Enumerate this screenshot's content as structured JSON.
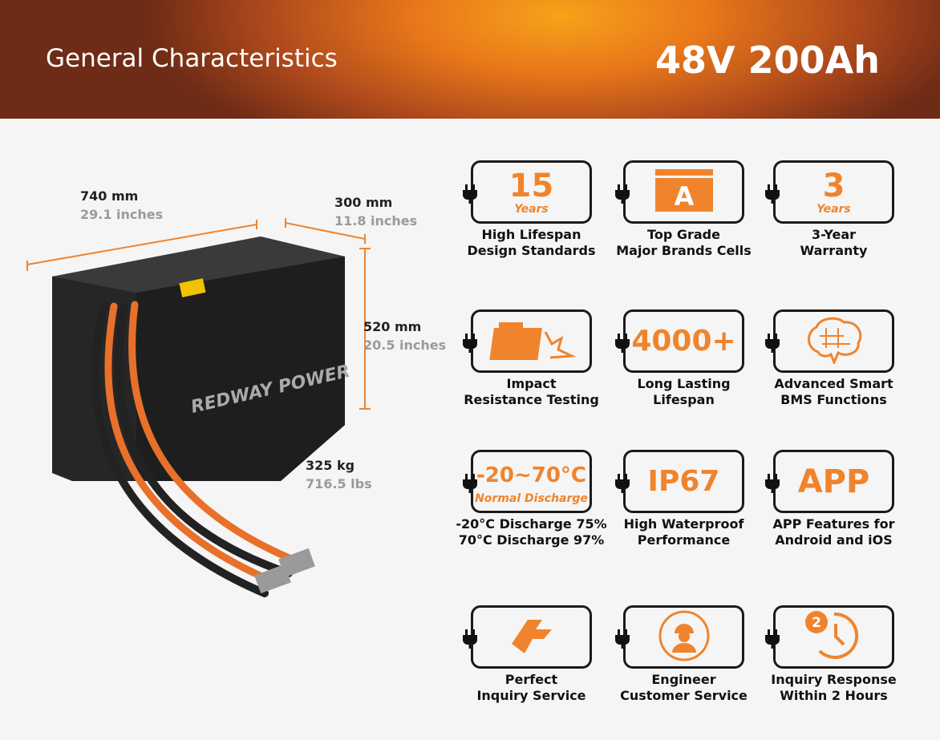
{
  "header": {
    "title": "General Characteristics",
    "spec": "48V 200Ah"
  },
  "dimensions": {
    "length": {
      "metric": "740 mm",
      "imperial": "29.1 inches"
    },
    "width": {
      "metric": "300 mm",
      "imperial": "11.8 inches"
    },
    "height": {
      "metric": "520 mm",
      "imperial": "20.5 inches"
    },
    "weight": {
      "metric": "325 kg",
      "imperial": "716.5 lbs"
    }
  },
  "product": {
    "brand": "REDWAY POWER"
  },
  "accent_color": "#f0842c",
  "features": [
    {
      "big": "15",
      "small": "Years",
      "icon": "plug-icon",
      "line1": "High Lifespan",
      "line2": "Design Standards"
    },
    {
      "big": "A",
      "small": "",
      "icon": "grade-a-battery-icon",
      "line1": "Top Grade",
      "line2": "Major Brands Cells"
    },
    {
      "big": "3",
      "small": "Years",
      "icon": "plug-icon",
      "line1": "3-Year",
      "line2": "Warranty"
    },
    {
      "big": "",
      "small": "",
      "icon": "impact-icon",
      "line1": "Impact",
      "line2": "Resistance Testing"
    },
    {
      "big": "4000+",
      "small": "",
      "icon": "plug-icon",
      "line1": "Long Lasting",
      "line2": "Lifespan"
    },
    {
      "big": "",
      "small": "",
      "icon": "brain-chip-icon",
      "line1": "Advanced Smart",
      "line2": "BMS Functions"
    },
    {
      "big": "-20~70°C",
      "small": "Normal Discharge",
      "icon": "plug-icon",
      "line1": "-20°C Discharge 75%",
      "line2": "70°C Discharge 97%"
    },
    {
      "big": "IP67",
      "small": "",
      "icon": "plug-icon",
      "line1": "High Waterproof",
      "line2": "Performance"
    },
    {
      "big": "APP",
      "small": "",
      "icon": "plug-icon",
      "line1": "APP Features for",
      "line2": "Android and iOS"
    },
    {
      "big": "",
      "small": "",
      "icon": "handshake-icon",
      "line1": "Perfect",
      "line2": "Inquiry Service"
    },
    {
      "big": "",
      "small": "",
      "icon": "engineer-icon",
      "line1": "Engineer",
      "line2": "Customer Service"
    },
    {
      "big": "",
      "small": "",
      "icon": "clock-2-icon",
      "line1": "Inquiry Response",
      "line2": "Within 2 Hours"
    }
  ]
}
